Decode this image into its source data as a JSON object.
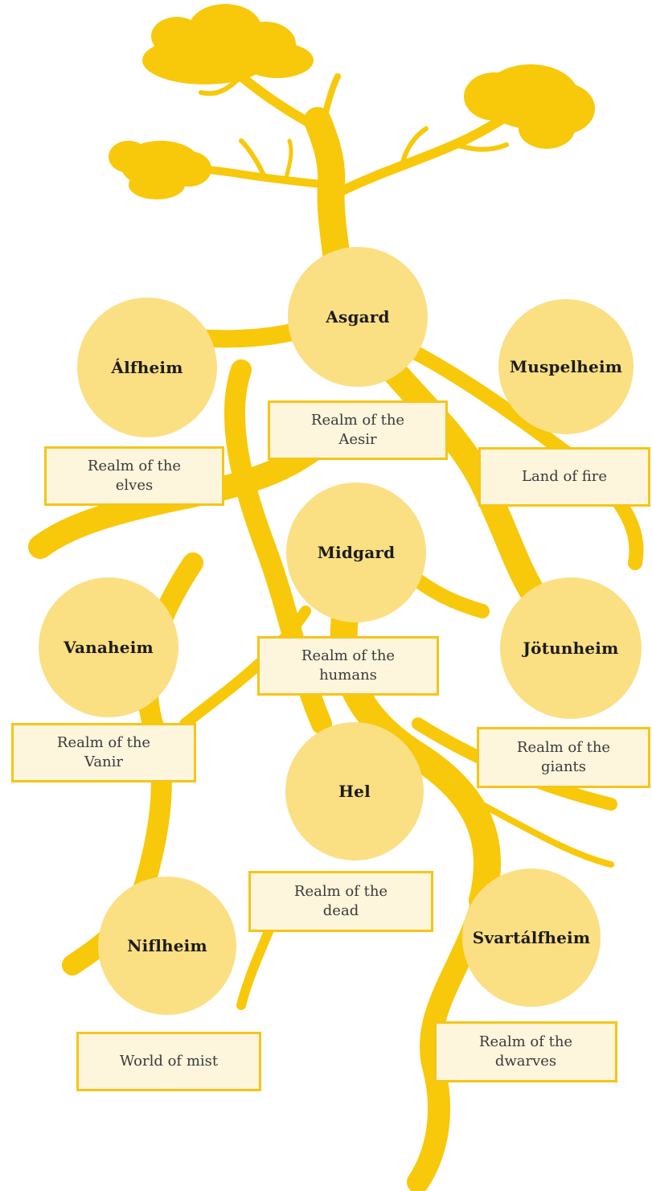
{
  "colors": {
    "tree": "#f8c80a",
    "circle": "#fbdf83",
    "label_fill": "#fdf5dc",
    "label_border": "#f5c518",
    "name_text": "#1c1c1c",
    "desc_text": "#3a3a3a"
  },
  "realms": [
    {
      "name": "Asgard",
      "description": "Realm of the\nAesir"
    },
    {
      "name": "Álfheim",
      "description": "Realm of the\nelves"
    },
    {
      "name": "Muspelheim",
      "description": "Land of fire"
    },
    {
      "name": "Midgard",
      "description": "Realm of the\nhumans"
    },
    {
      "name": "Vanaheim",
      "description": "Realm of the\nVanir"
    },
    {
      "name": "Jötunheim",
      "description": "Realm of the\ngiants"
    },
    {
      "name": "Hel",
      "description": "Realm of the\ndead"
    },
    {
      "name": "Niflheim",
      "description": "World of mist"
    },
    {
      "name": "Svartálfheim",
      "description": "Realm of the\ndwarves"
    }
  ]
}
